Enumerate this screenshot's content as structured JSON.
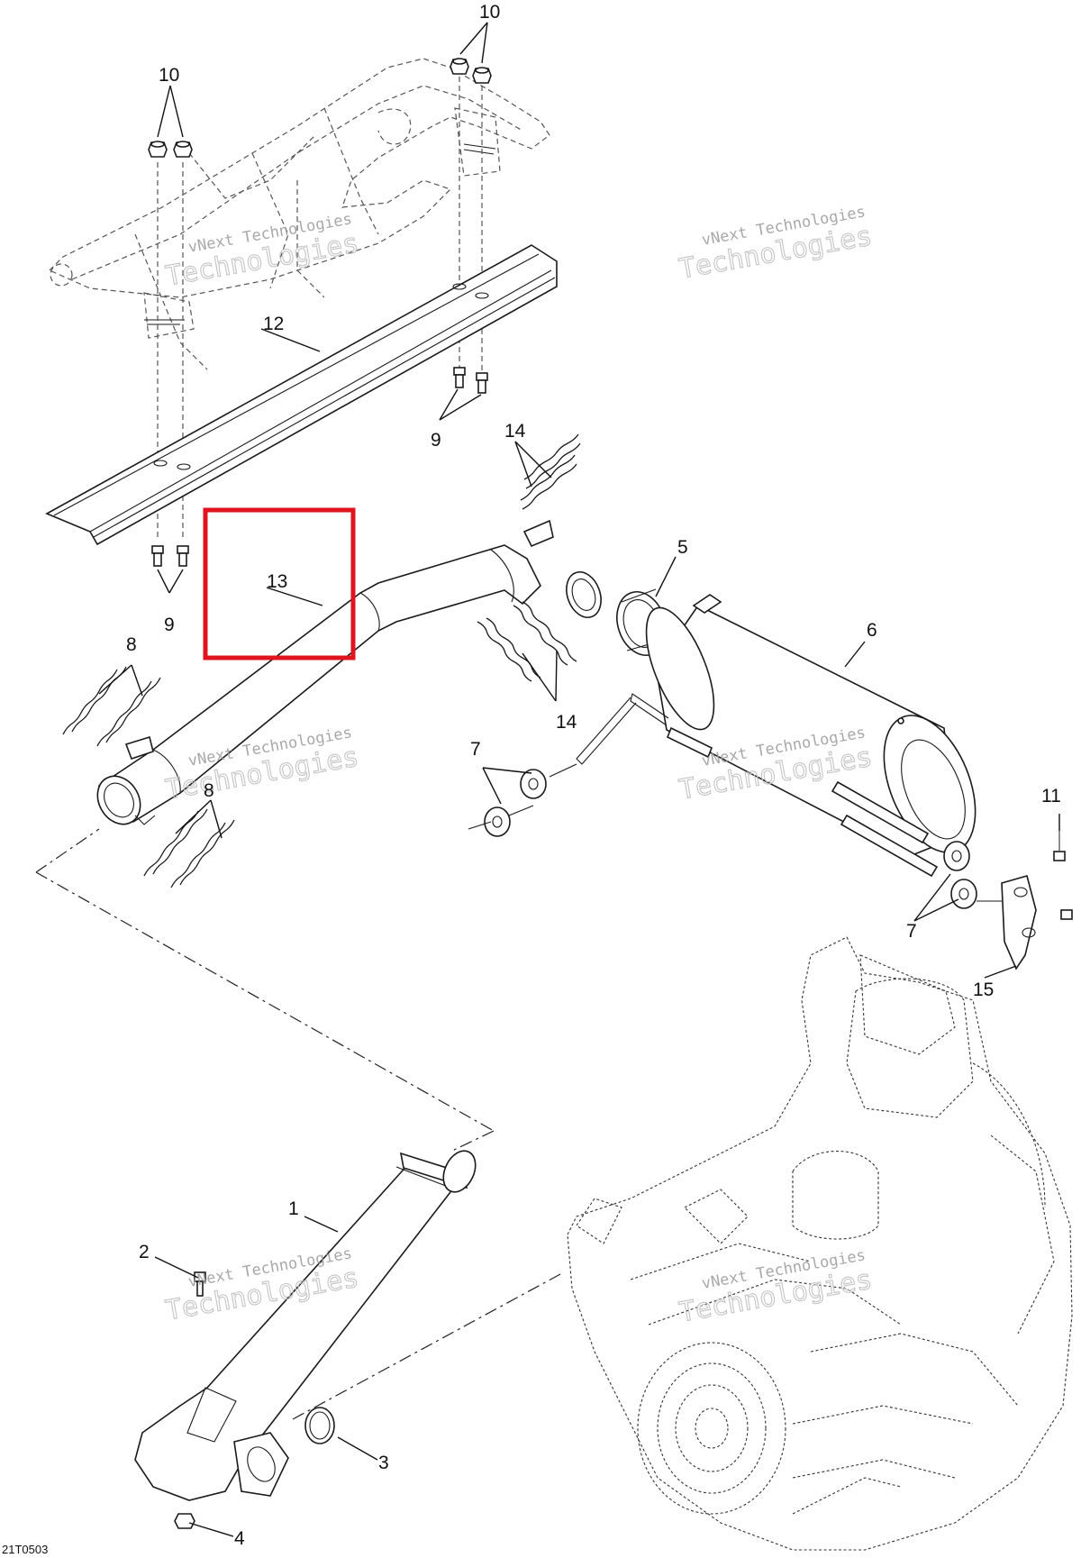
{
  "figure": {
    "reference_code": "21T0503",
    "watermark": {
      "line1": "vNext Technologies",
      "line2": "Technologies"
    },
    "highlighted_callout": "13"
  },
  "callouts": {
    "c1": "1",
    "c2": "2",
    "c3": "3",
    "c4": "4",
    "c5": "5",
    "c6": "6",
    "c7a": "7",
    "c7b": "7",
    "c8a": "8",
    "c8b": "8",
    "c9a": "9",
    "c9b": "9",
    "c10a": "10",
    "c10b": "10",
    "c11": "11",
    "c12": "12",
    "c13": "13",
    "c14a": "14",
    "c14b": "14",
    "c15": "15"
  },
  "colors": {
    "highlight": "#e0141e",
    "linework": "#1a1a1a",
    "watermark": "#c4c4c4"
  }
}
